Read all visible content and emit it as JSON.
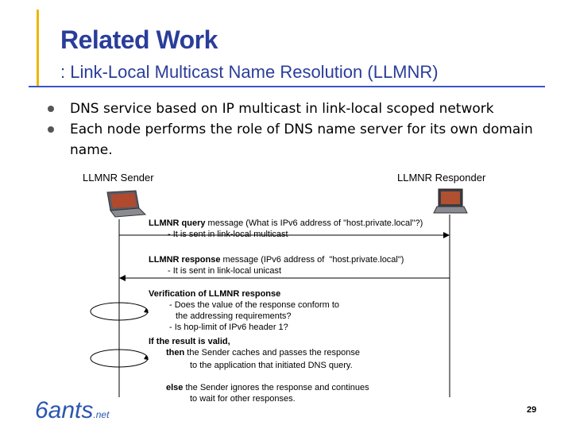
{
  "slide": {
    "title": "Related Work",
    "subtitle": ": Link-Local Multicast Name Resolution (LLMNR)",
    "bullets": [
      "DNS service based on IP multicast in link-local scoped network",
      "Each node performs the role of DNS name server for its own domain name."
    ],
    "page_number": "29"
  },
  "diagram": {
    "sender_label": "LLMNR Sender",
    "responder_label": "LLMNR Responder",
    "query": {
      "bold": "LLMNR query",
      "rest": " message (What is IPv6 address of \"host.private.local\"?)",
      "detail": "- It is sent in link-local multicast"
    },
    "response": {
      "bold": "LLMNR response",
      "rest": " message (IPv6 address of  \"host.private.local\")",
      "detail": "- It is sent in link-local unicast"
    },
    "verification": {
      "heading": "Verification of LLMNR response",
      "lines": [
        "- Does the value of the response conform to",
        "the addressing requirements?",
        "- Is hop-limit of IPv6 header 1?"
      ],
      "if_line": "If the result is valid,",
      "then_bold": "then",
      "then_rest": " the Sender caches and passes the response",
      "then_cont": "to the application that initiated DNS query.",
      "else_bold": "else",
      "else_rest": " the Sender ignores the response and continues",
      "else_cont": "to wait for other responses."
    }
  },
  "logo": {
    "main": "6ants",
    "suffix": ".net"
  },
  "colors": {
    "title": "#2a3d9a",
    "accent_bar": "#f0b400",
    "rule": "#3a56c8"
  },
  "icons": {
    "sender": "laptop-icon",
    "responder": "laptop-icon"
  }
}
